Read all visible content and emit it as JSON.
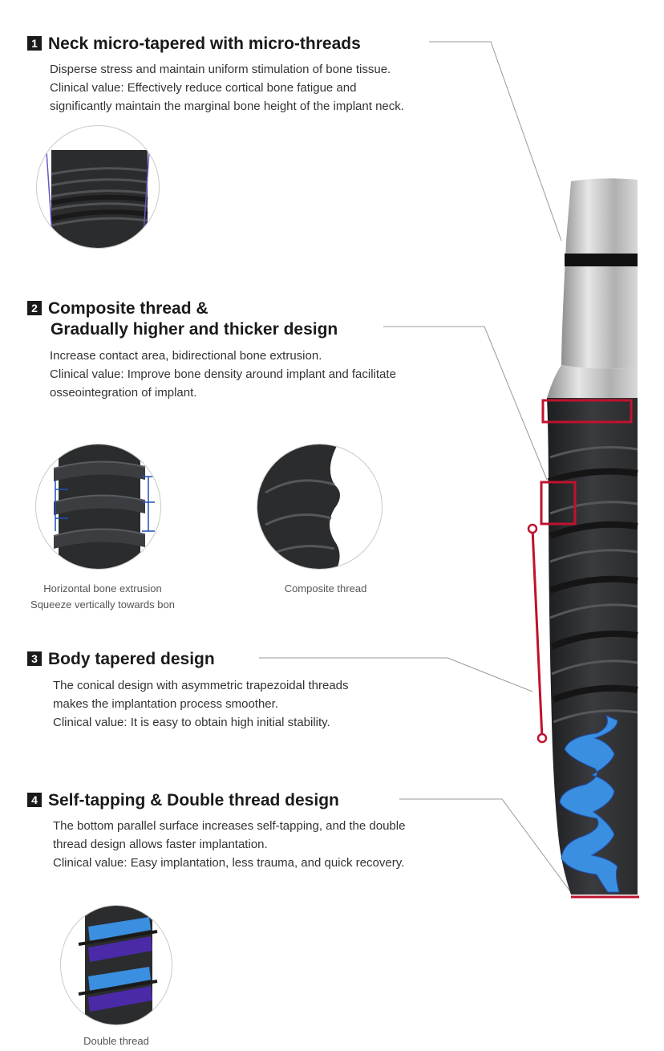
{
  "sections": [
    {
      "number": "1",
      "heading_lines": [
        "Neck micro-tapered  with micro-threads"
      ],
      "desc_lines": [
        "Disperse stress and maintain uniform stimulation of bone tissue.",
        "Clinical value: Effectively reduce cortical bone fatigue and",
        "significantly maintain the marginal bone height of the implant neck."
      ]
    },
    {
      "number": "2",
      "heading_lines": [
        "Composite thread &",
        "Gradually higher and thicker design"
      ],
      "desc_lines": [
        "Increase contact area, bidirectional bone extrusion.",
        "Clinical value: Improve bone density around implant and facilitate",
        "osseointegration of implant."
      ]
    },
    {
      "number": "3",
      "heading_lines": [
        "Body tapered design"
      ],
      "desc_lines": [
        "The conical design with asymmetric trapezoidal threads",
        "makes the implantation process smoother.",
        "Clinical value: It is easy to obtain high initial stability."
      ]
    },
    {
      "number": "4",
      "heading_lines": [
        "Self-tapping  & Double thread design"
      ],
      "desc_lines": [
        "The bottom parallel surface increases self-tapping, and the double",
        "thread design allows faster implantation.",
        "Clinical value: Easy implantation, less trauma, and quick recovery."
      ]
    }
  ],
  "captions": {
    "horizontal_lines": [
      "Horizontal bone extrusion",
      "Squeeze vertically towards bon"
    ],
    "composite": "Composite thread",
    "double": "Double thread"
  },
  "colors": {
    "highlight_red": "#c0122e",
    "thread_blue": "#3a8fe0",
    "thread_purple": "#4b2aa8",
    "implant_dark": "#2a2b2d",
    "abutment_silver": "#c8c8c8"
  }
}
